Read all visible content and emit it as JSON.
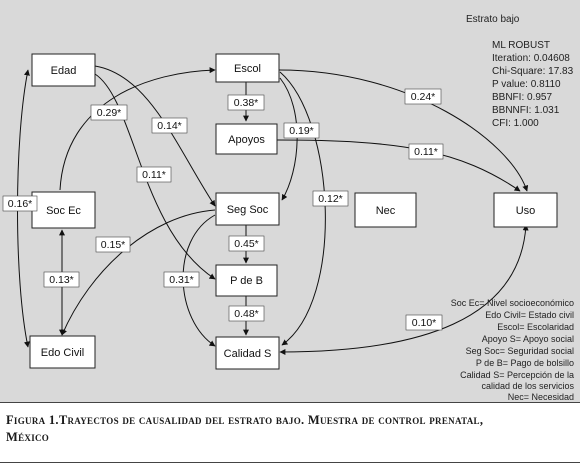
{
  "title": "Estrato bajo",
  "stats": [
    "ML ROBUST",
    "Iteration: 0.04608",
    "Chi-Square: 17.83",
    "P value: 0.8110",
    "BBNFI: 0.957",
    "BBNNFI: 1.031",
    "CFI: 1.000"
  ],
  "nodes": {
    "edad": "Edad",
    "escol": "Escol",
    "apoyos": "Apoyos",
    "soc_ec": "Soc Ec",
    "seg_soc": "Seg Soc",
    "nec": "Nec",
    "uso": "Uso",
    "p_de_b": "P de B",
    "edo_civil": "Edo Civil",
    "calidad_s": "Calidad S"
  },
  "coefficients": {
    "soc_escol": "0.29*",
    "edad_segsoc": "0.14*",
    "escol_apoyos": "0.38*",
    "escol_segsoc": "0.19*",
    "escol_uso": "0.24*",
    "apoyos_uso": "0.11*",
    "edad_pdeb": "0.11*",
    "escol_calidad": "0.12*",
    "edad_edocivil": "0.16*",
    "segsoc_edocivil": "0.15*",
    "segsoc_pdeb": "0.45*",
    "soc_edocivil": "0.13*",
    "segsoc_calidad": "0.31*",
    "pdeb_calidad": "0.48*",
    "uso_calidad": "0.10*"
  },
  "legend": [
    "Soc Ec= Nivel socioeconómico",
    "Edo Civil= Estado civil",
    "Escol= Escolaridad",
    "Apoyo S= Apoyo social",
    "Seg Soc= Seguridad social",
    "P de B= Pago de bolsillo",
    "Calidad S= Percepción de la",
    "calidad de los servicios",
    "Nec= Necesidad"
  ],
  "caption": {
    "line1": "Figura 1.Trayectos de causalidad del estrato bajo. Muestra de control prenatal,",
    "line2": "México"
  }
}
